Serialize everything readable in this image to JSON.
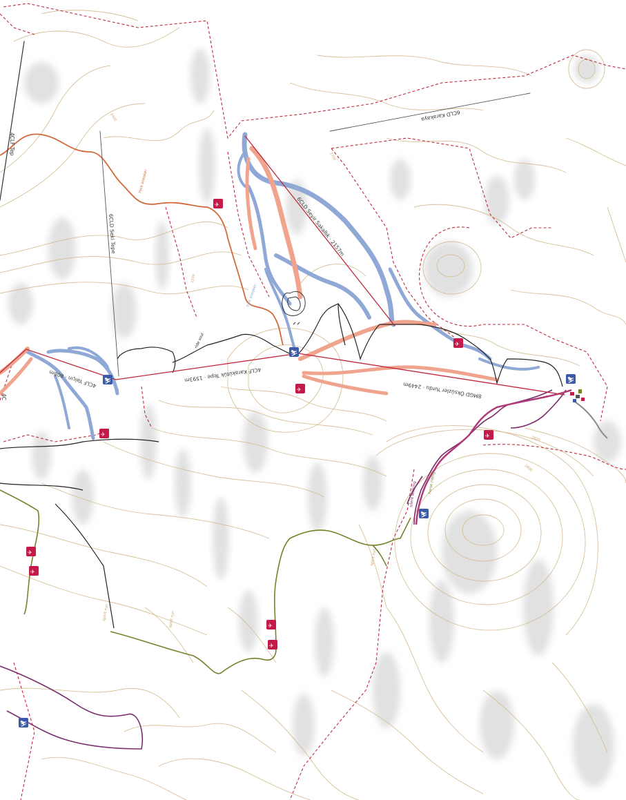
{
  "colors": {
    "background": "#ffffff",
    "contour": "#d4b98e",
    "hill_shade": "#c8c8c8",
    "boundary": "#c0283c",
    "lift_red": "#c0283c",
    "lift_grey": "#555555",
    "piste_blue": "#8fa8d6",
    "piste_red": "#f0a48e",
    "piste_black": "#222222",
    "orange_trail": "#d2693a",
    "olive_trail": "#7a7f2a",
    "purple_trail": "#7a2d6a",
    "dark_trail": "#333333",
    "icon_blue": "#3d5aa8",
    "icon_red": "#c41a4a"
  },
  "lifts": [
    {
      "id": "seyir-sakallik",
      "label": "6CLD Seyir Sakallık · 2157m",
      "color": "red"
    },
    {
      "id": "karakutuk-tepe",
      "label": "4CLF Karakütük Tepe · 1593m",
      "color": "red"
    },
    {
      "id": "oksuzler-yurdu",
      "label": "8MGD Öksüzler Yurdu · 2449m",
      "color": "red"
    },
    {
      "id": "yalcin",
      "label": "4CLF Yalçın · 808m",
      "color": "red"
    },
    {
      "id": "seki-tepe",
      "label": "6CLD Seki Tepe",
      "color": "grey"
    },
    {
      "id": "karakaya",
      "label": "6CLD Karakaya",
      "color": "grey"
    }
  ],
  "trails": [
    {
      "id": "ride-soul",
      "label": "ride soul"
    },
    {
      "id": "rock-sneaker",
      "label": "rock sneaker"
    },
    {
      "id": "tree-sneaker",
      "label": "tree sneaker"
    },
    {
      "id": "silent-walking",
      "label": "silent walking"
    },
    {
      "id": "horse-riding",
      "label": "horse riding"
    },
    {
      "id": "trail-a",
      "label": "spirit run"
    },
    {
      "id": "trail-b",
      "label": "spirit run"
    },
    {
      "id": "trail-c",
      "label": "spirit run"
    }
  ],
  "icons": [
    {
      "kind": "blue",
      "glyph": "⛷",
      "name": "ski-lift-station-icon"
    },
    {
      "kind": "red",
      "glyph": "✈",
      "name": "activity-icon"
    }
  ],
  "edge_labels": {
    "left_top": "4CLF Tep",
    "left_mid": "4C"
  }
}
